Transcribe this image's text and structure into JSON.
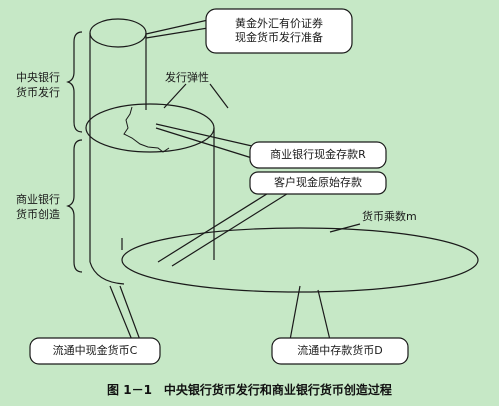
{
  "gold_box": {
    "line1": "黄金外汇有价证券",
    "line2": "现金货币发行准备"
  },
  "issuance_elasticity": "发行弹性",
  "central_bank_label": {
    "line1": "中央银行",
    "line2": "货币发行"
  },
  "commercial_bank_label": {
    "line1": "商业银行",
    "line2": "货币创造"
  },
  "commercial_deposit_box": "商业银行现金存款R",
  "customer_deposit_box": "客户现金原始存款",
  "multiplier_label": "货币乘数m",
  "currency_c_box": "流通中现金货币C",
  "deposit_d_box": "流通中存款货币D",
  "caption": "图 1－1　中央银行货币发行和商业银行货币创造过程",
  "colors": {
    "background": "#c6e8c6",
    "line": "#1a1a1a"
  }
}
